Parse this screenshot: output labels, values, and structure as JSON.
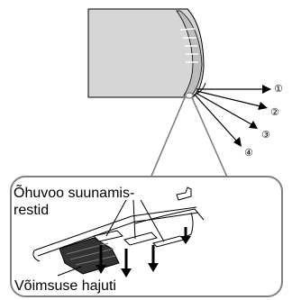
{
  "diagram": {
    "directions": [
      "①",
      "②",
      "③",
      "④"
    ],
    "detail_labels": {
      "louver_line1": "Õhuvoo suunamis-",
      "louver_line2": "restid",
      "diffuser": "Võimsuse hajuti"
    }
  },
  "colors": {
    "unit_fill": "#d6d6d6",
    "unit_shade": "#bdbdbd",
    "outline": "#000000",
    "callout_stroke": "#808080",
    "background": "#ffffff"
  }
}
